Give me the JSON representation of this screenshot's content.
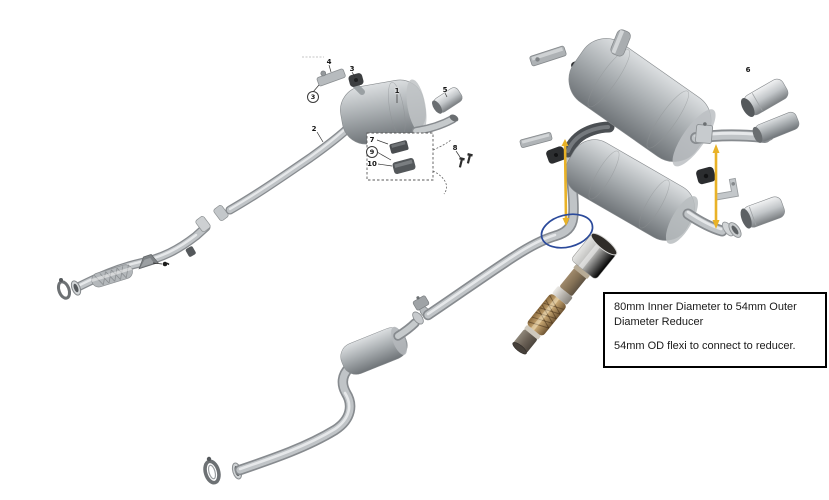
{
  "diagram": {
    "type": "exhaust-system-parts-diagram",
    "callouts": [
      {
        "id": "rear-silencer",
        "label": "1"
      },
      {
        "id": "front-pipe",
        "label": "2"
      },
      {
        "id": "bracket",
        "label": "4"
      },
      {
        "id": "vibration-absorber",
        "label": "3"
      },
      {
        "id": "vibration-absorber-ring",
        "label": "3"
      },
      {
        "id": "tailpipe-trim",
        "label": "5"
      },
      {
        "id": "clamp-detail-top",
        "label": "7"
      },
      {
        "id": "clamp-detail-mid",
        "label": "9"
      },
      {
        "id": "clamp-detail-bottom",
        "label": "10"
      },
      {
        "id": "bolt-set",
        "label": "8"
      },
      {
        "id": "chrome-tailpipe-tip",
        "label": "6"
      }
    ]
  },
  "annotation_box": {
    "line1": "80mm Inner Diameter to 54mm Outer Diameter Reducer",
    "line2": "54mm OD flexi to connect to reducer."
  },
  "annotations": {
    "arrow_color": "#E9B227",
    "ellipse_color": "#2B4A9B",
    "box_border_color": "#000000"
  }
}
